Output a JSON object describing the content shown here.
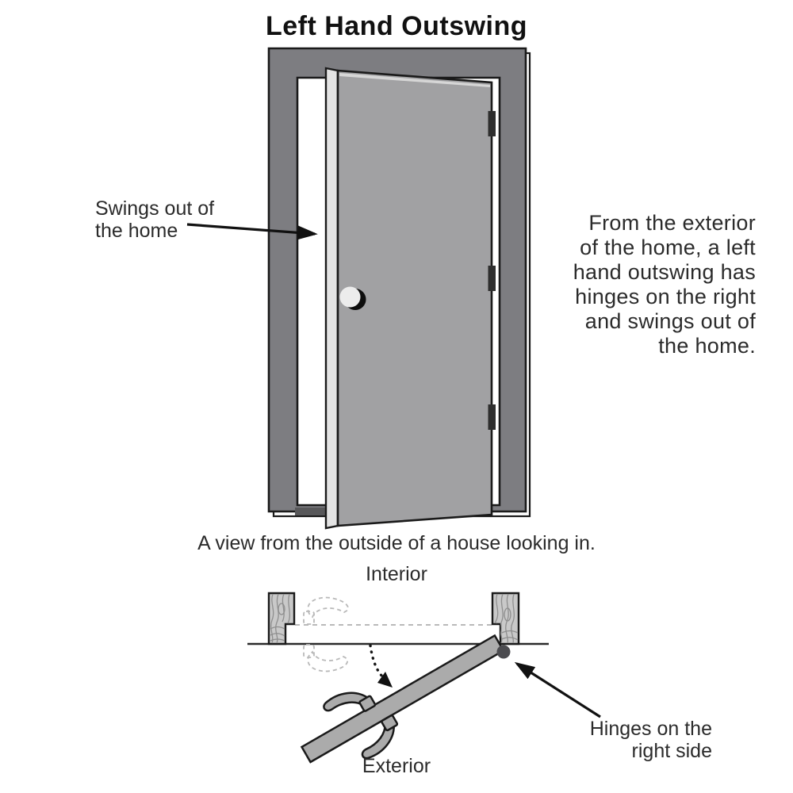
{
  "title": "Left Hand Outswing",
  "colors": {
    "wall": "#7d7d81",
    "door": "#a1a1a3",
    "door_edge": "#e4e4e4",
    "plan_door": "#ababab",
    "jamb": "#c9c9c9",
    "text": "#2b2b2b"
  },
  "elevation": {
    "swing_label": {
      "line1": "Swings out of",
      "line2": "the home"
    },
    "description": {
      "line1": "From the exterior",
      "line2": "of the home, a left",
      "line3": "hand outswing has",
      "line4": "hinges on the right",
      "line5": "and swings out of",
      "line6": "the home."
    },
    "caption": "A view from the outside of a house looking in."
  },
  "plan": {
    "interior_label": "Interior",
    "exterior_label": "Exterior",
    "hinge_label": {
      "line1": "Hinges on the",
      "line2": "right side"
    }
  }
}
